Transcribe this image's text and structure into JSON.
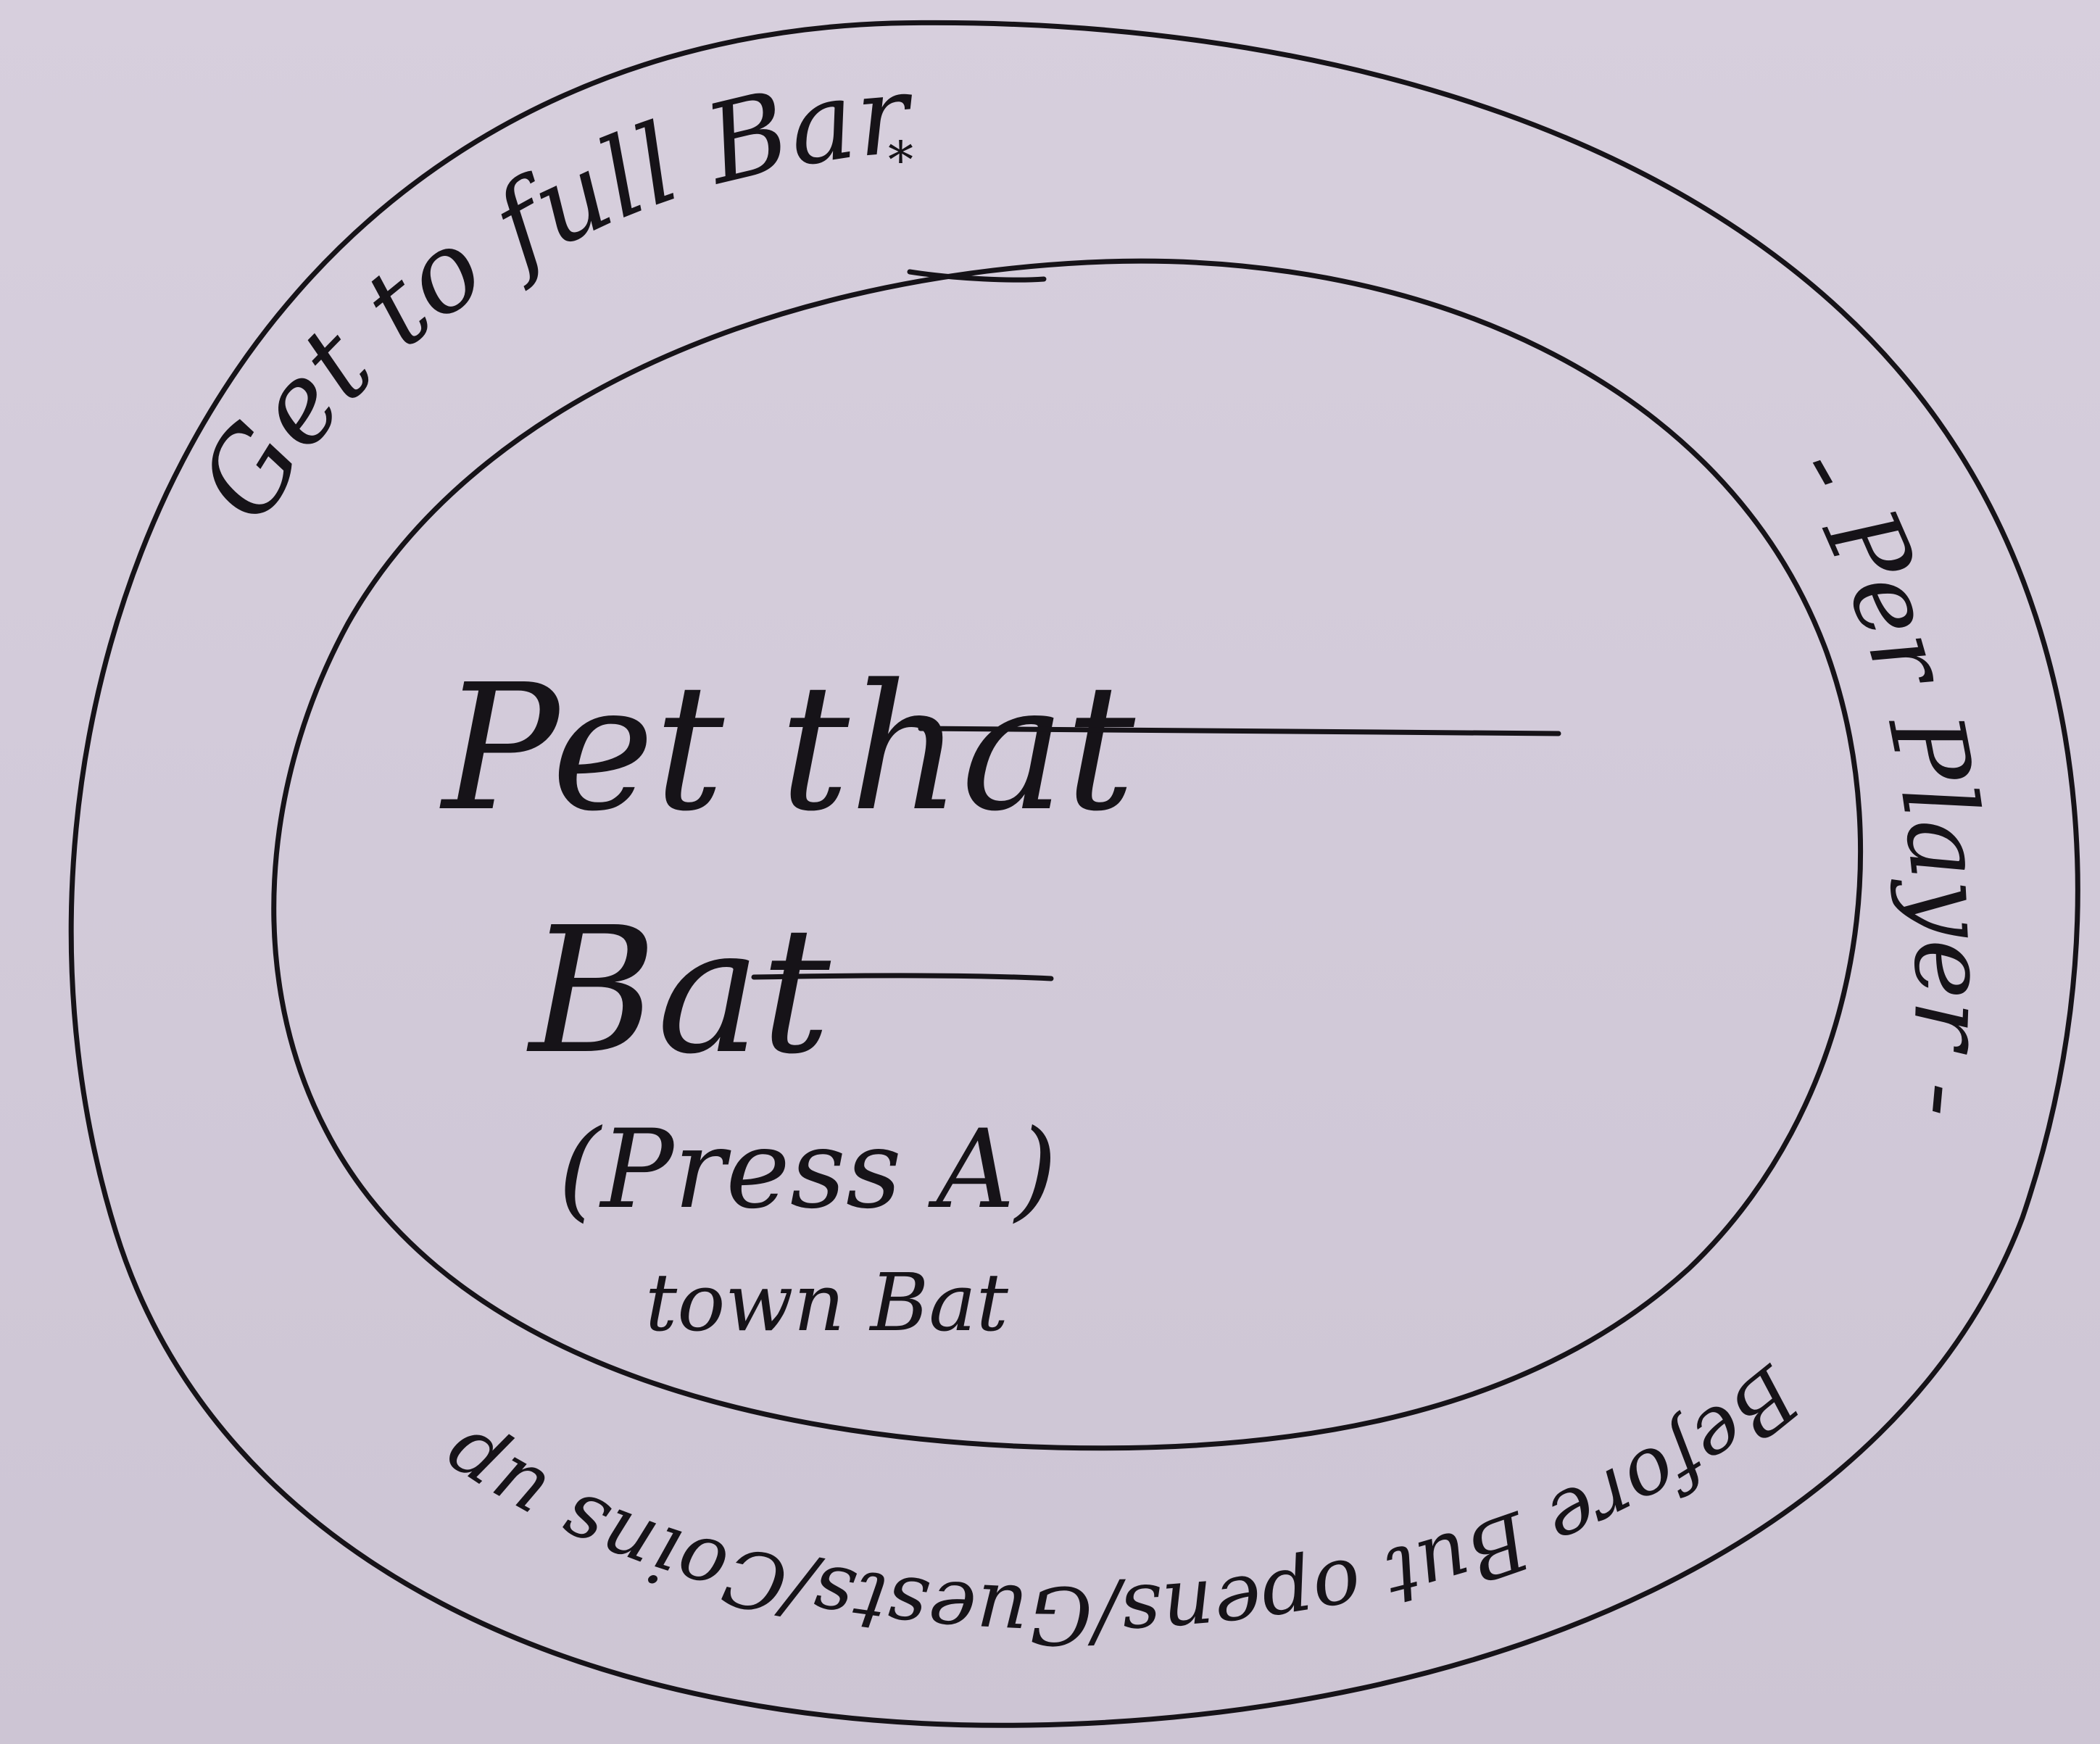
{
  "outer_ring": {
    "top_text": "Get to full Bar",
    "note_mark": "*",
    "right_text": "- Per Player -",
    "bottom_text": "Before But opens/Guests/Coins up",
    "bottom_text_alt": "Before But opens/ Guests/ Coins up"
  },
  "inner_ring": {
    "title_line1": "Pet that",
    "title_line2": "Bat",
    "instruction": "(Press A)",
    "sub_note": "town Bat"
  },
  "colors": {
    "paper": "#d3cbda",
    "ink": "#161318"
  }
}
